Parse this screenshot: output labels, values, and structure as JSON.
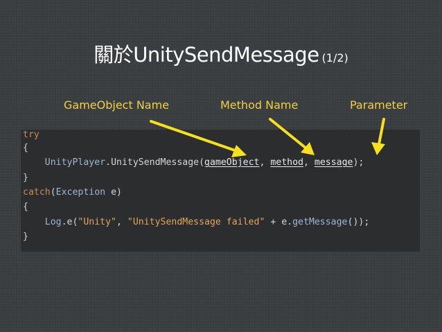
{
  "slide": {
    "title": "關於UnitySendMessage",
    "subtitle": "(1/2)",
    "labels": {
      "gameobject": "GameObject Name",
      "method": "Method Name",
      "parameter": "Parameter"
    },
    "colors": {
      "background": "#3b3e40",
      "code_background": "#2b2d2f",
      "label_accent": "#f2d13f",
      "arrow": "#f7e11b"
    }
  },
  "code": {
    "l1": "try",
    "l2": "{",
    "l3": {
      "indent": "    ",
      "cls": "UnityPlayer",
      "dot": ".",
      "method": "UnitySendMessage(",
      "arg1": "gameObject",
      "sep1": ", ",
      "arg2": "method",
      "sep2": ", ",
      "arg3": "message",
      "end": ");"
    },
    "l4": "}",
    "l5": {
      "kw": "catch",
      "open": "(",
      "cls": "Exception",
      "rest": " e)"
    },
    "l6": "{",
    "l7": {
      "indent": "    ",
      "cls": "Log",
      "call": ".e(",
      "s1": "\"Unity\"",
      "sep": ", ",
      "s2": "\"UnitySendMessage failed\"",
      "plus": " + e.",
      "getter": "getMessage",
      "end": "());"
    },
    "l8": "}"
  }
}
